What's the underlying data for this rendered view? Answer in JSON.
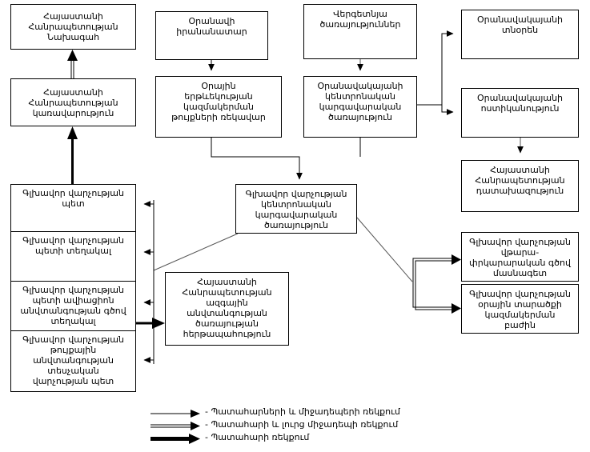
{
  "diagram": {
    "title": "Armenian Republic police / road-traffic management organizational chart",
    "nodes": {
      "president": "Հայաստանի\nՀանրապետության\nՆախագահ",
      "government": "Հայաստանի\nՀանրապետության\nկառավարություն",
      "traffic_situation": "Օրանավի\nիրանանատար",
      "daily_traffic_chief": "Օրային\nերթևեկության\nկազմակերման\nթույքների ռեկավար",
      "tax_services": "Վերգետնյա\nծառայություններ",
      "road_central_mgmt": "Օրանավակայանի\nկենտրոնական\nկարգավարական\nծառայություն",
      "road_inspector": "Օրանավակայանի\nտնօրեն",
      "road_police": "Օրանավակայանի\nոստիկանություն",
      "republic_prosecutor": "Հայաստանի\nՀանրապետության\nդատախազություն",
      "head_chief": "Գլխավոր վարչության\nպետ",
      "head_deputy": "Գլխավոր վարչության\nպետի տեղակալ",
      "head_deputy_safety": "Գլխավոր վարչության\nպետի ավիացիոն\nանվտանգության գծով\nտեղակալ",
      "head_license_dept": "Գլխավոր վարչության\nթույքային\nանվտանգության\nտեսչական\nվարչության պետ",
      "central_mgmt_service": "Գլխավոր վարչության\nկենտրոնական\nկարգավարական\nծառայություն",
      "national_security": "Հայաստանի\nՀանրապետության\nազգային\nանվտանգության\nծառայության\nհերթապահություն",
      "analysis_center": "Գլխավոր վարչության\nվթարա-\nփրկարարական գծով\nմասնագետ",
      "daily_dept": "Գլխավոր վարչության\nօրային տարածքի\nկազմակերման\nբաժին"
    },
    "legend": [
      {
        "style": "thin-arrow",
        "label": "- Պատահարների և միջադեպերի ռեկքում"
      },
      {
        "style": "double-arrow",
        "label": "- Պատահարի և լուրց միջադեպի ռեկքում"
      },
      {
        "style": "thick-arrow",
        "label": "- Պատահարի ռեկքում"
      }
    ],
    "colors": {
      "line": "#000000",
      "background": "#ffffff",
      "text": "#000000"
    }
  }
}
